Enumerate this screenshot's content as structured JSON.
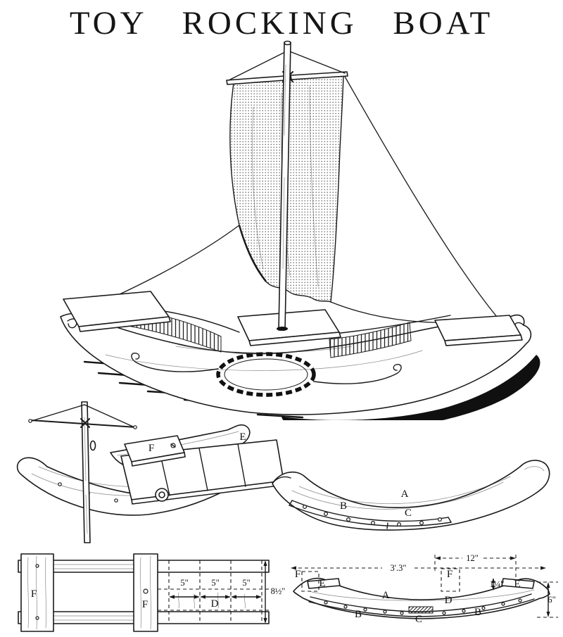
{
  "page": {
    "title": "TOY ROCKING BOAT"
  },
  "figures": {
    "assembly": {
      "label_f": "F",
      "label_e": "E"
    },
    "side_profile": {
      "label_a": "A",
      "label_b": "B",
      "label_c": "C"
    },
    "plan": {
      "label_f_left": "F",
      "label_f_mid": "F",
      "label_d": "D",
      "dim_5_1": "5\"",
      "dim_5_2": "5\"",
      "dim_5_3": "5\"",
      "dim_height": "8½\""
    },
    "elevation": {
      "dim_12": "12\"",
      "dim_33": "3'.3\"",
      "dim_114": "1¼\"",
      "dim_6": "6\"",
      "label_f_left": "F",
      "label_f_mid": "F",
      "label_e_left": "E",
      "label_e_right": "E",
      "label_a": "A",
      "label_d": "D",
      "label_b_left": "B",
      "label_b_right": "B",
      "label_c": "C"
    }
  }
}
